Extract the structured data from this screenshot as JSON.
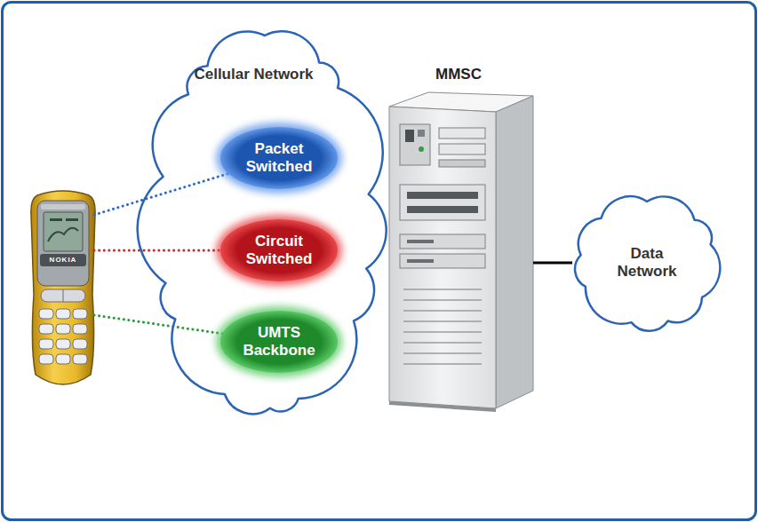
{
  "diagram": {
    "nodes": [
      {
        "text": [
          "NOKIA"
        ]
      },
      {
        "text": [
          "Cellular Network"
        ]
      },
      {
        "text": [
          "Packet Switched"
        ],
        "in": 1
      },
      {
        "text": [
          "Circuit Switched"
        ],
        "in": 1
      },
      {
        "text": [
          "UMTS Backbone"
        ],
        "in": 1
      },
      {
        "text": [
          "MMSC"
        ]
      },
      {
        "text": [
          "Data Network"
        ]
      }
    ],
    "edges": [
      {
        "from": 0,
        "to": 2,
        "arrow": "none"
      },
      {
        "from": 0,
        "to": 3,
        "arrow": "none"
      },
      {
        "from": 0,
        "to": 4,
        "arrow": "none"
      },
      {
        "from": 5,
        "to": 6,
        "arrow": "none"
      }
    ]
  }
}
